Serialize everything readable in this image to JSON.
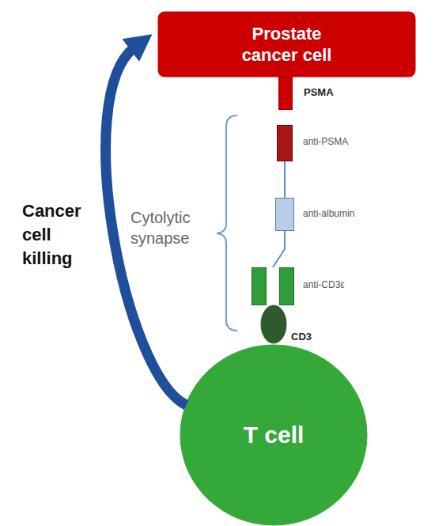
{
  "diagram": {
    "nodes": [
      {
        "text": [
          "Prostate cancer cell"
        ]
      },
      {
        "text": [
          "PSMA"
        ]
      },
      {
        "text": [
          "anti-PSMA"
        ]
      },
      {
        "text": [
          "anti-albumin"
        ]
      },
      {
        "text": [
          "anti-CD3ε"
        ]
      },
      {
        "text": [
          "CD3"
        ]
      },
      {
        "text": [
          "T cell"
        ]
      }
    ],
    "edges": [
      {
        "from": 2,
        "to": 3,
        "arrow": "none"
      },
      {
        "from": 3,
        "to": 4,
        "arrow": "none"
      },
      {
        "from": 6,
        "to": 0,
        "arrow": "to"
      }
    ],
    "labels": [
      "Cancer cell killing",
      "Cytolytic synapse"
    ]
  }
}
